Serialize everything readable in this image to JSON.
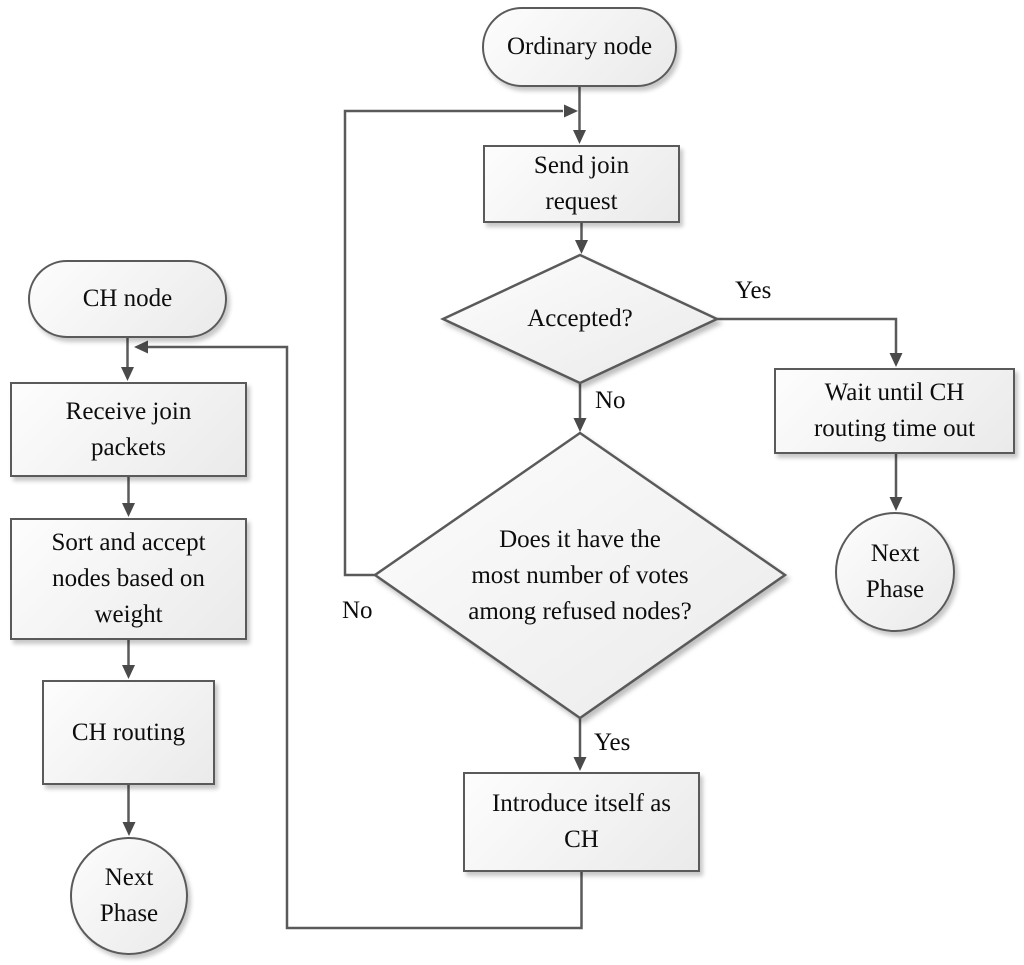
{
  "diagram": {
    "type": "flowchart",
    "nodes": {
      "ordinary_node": {
        "shape": "terminator",
        "lines": [
          "Ordinary node"
        ]
      },
      "send_join_request": {
        "shape": "process",
        "lines": [
          "Send join",
          "request"
        ]
      },
      "accepted": {
        "shape": "decision",
        "lines": [
          "Accepted?"
        ]
      },
      "wait_until_ch": {
        "shape": "process",
        "lines": [
          "Wait until CH",
          "routing time out"
        ]
      },
      "next_phase_right": {
        "shape": "terminator",
        "lines": [
          "Next",
          "Phase"
        ]
      },
      "votes_decision": {
        "shape": "decision",
        "lines": [
          "Does it have the",
          "most number of votes",
          "among refused nodes?"
        ]
      },
      "introduce_ch": {
        "shape": "process",
        "lines": [
          "Introduce itself as",
          "CH"
        ]
      },
      "ch_node": {
        "shape": "terminator",
        "lines": [
          "CH node"
        ]
      },
      "receive_join_packets": {
        "shape": "process",
        "lines": [
          "Receive join",
          "packets"
        ]
      },
      "sort_accept_weight": {
        "shape": "process",
        "lines": [
          "Sort and accept",
          "nodes based on",
          "weight"
        ]
      },
      "ch_routing": {
        "shape": "process",
        "lines": [
          "CH routing"
        ]
      },
      "next_phase_left": {
        "shape": "terminator",
        "lines": [
          "Next",
          "Phase"
        ]
      }
    },
    "edge_labels": {
      "accepted_yes": "Yes",
      "accepted_no": "No",
      "votes_no": "No",
      "votes_yes": "Yes"
    },
    "colors": {
      "background": "#ffffff",
      "shape_border": "#5a5a5a",
      "shape_fill_start": "#fdfdfd",
      "shape_fill_end": "#eaeaea",
      "line": "#5a5a5a",
      "arrow": "#4a4a4a",
      "text": "#0d0d0d"
    }
  }
}
